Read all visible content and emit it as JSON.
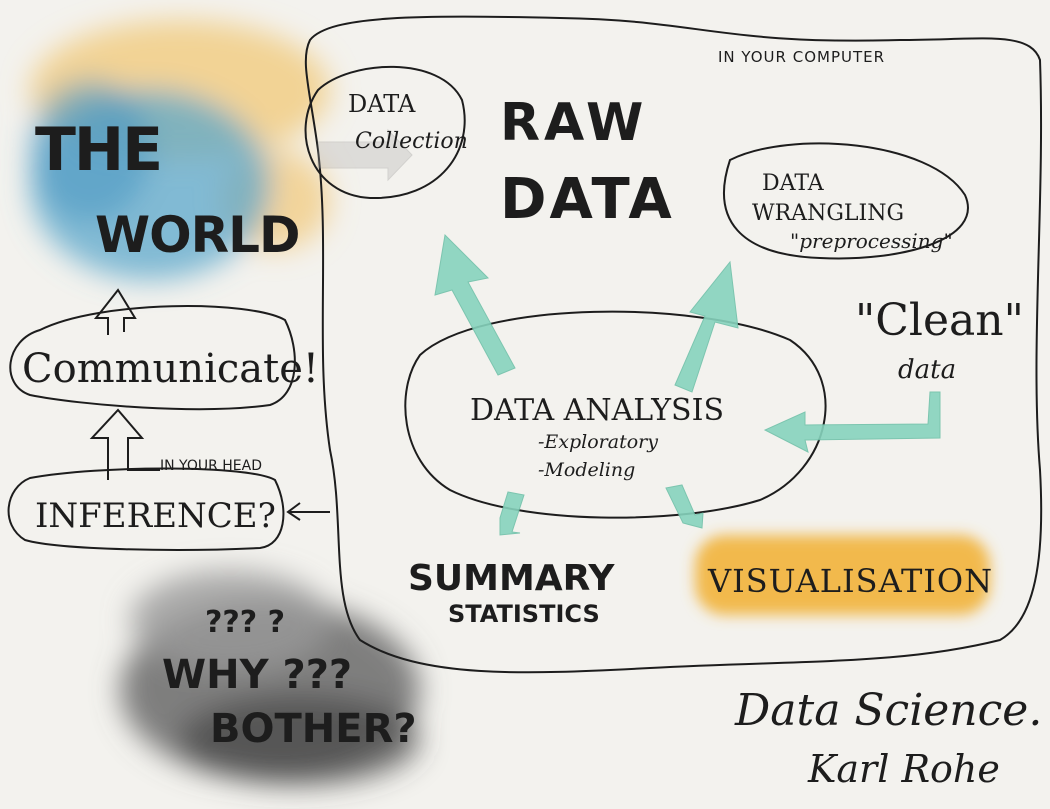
{
  "title": "Data Science",
  "author": "Karl Rohe",
  "regions": {
    "computer_label": "IN YOUR COMPUTER",
    "head_label": "IN YOUR HEAD"
  },
  "nodes": {
    "world": [
      "THE",
      "WORLD"
    ],
    "data_collection": [
      "DATA",
      "Collection"
    ],
    "raw_data": [
      "RAW",
      "DATA"
    ],
    "data_wrangling": [
      "DATA",
      "WRANGLING",
      "\"preprocessing\""
    ],
    "clean_data": [
      "\"Clean\"",
      "data"
    ],
    "data_analysis": [
      "DATA ANALYSIS",
      "-Exploratory",
      "-Modeling"
    ],
    "summary_statistics": [
      "SUMMARY",
      "STATISTICS"
    ],
    "visualisation": "VISUALISATION",
    "inference": "INFERENCE?",
    "communicate": "Communicate!",
    "why_bother": [
      "??? ?",
      "WHY ???",
      "BOTHER?"
    ]
  },
  "signature": [
    "Data Science.",
    "Karl Rohe"
  ],
  "colors": {
    "background": "#f3f2ee",
    "ink": "#1d1d1d",
    "teal": "#86d3bd",
    "orange": "#f2b43c",
    "blue": "#5ba7cb",
    "grey": "#7a7a7a"
  }
}
